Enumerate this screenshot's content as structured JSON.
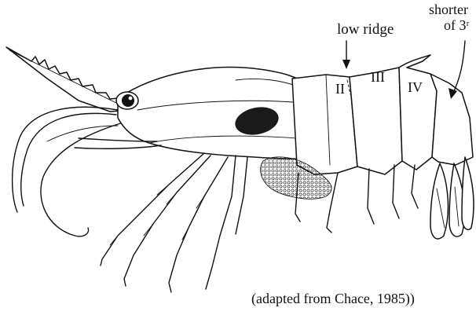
{
  "labels": {
    "low_ridge": "low ridge",
    "shorter": "shorter",
    "of_3rd": "of 3ʳ",
    "segment_II": "II",
    "segment_III": "III",
    "segment_IV": "IV",
    "credit": "(adapted from Chace, 1985))"
  },
  "colors": {
    "ink": "#111111",
    "background": "#ffffff"
  }
}
